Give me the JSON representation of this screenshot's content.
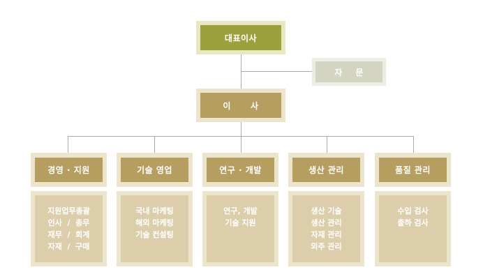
{
  "ceo": {
    "label": "대표이사"
  },
  "advisory": {
    "label": "자    문"
  },
  "director": {
    "label": "이      사"
  },
  "departments": [
    {
      "label": "경영 · 지원",
      "items": [
        "지원업무총괄",
        "인사  /  총무",
        "재무  /  회계",
        "자재  /  구매"
      ]
    },
    {
      "label": "기술 영업",
      "items": [
        "국내 마케팅",
        "해외 마케팅",
        "기술 컨설팅"
      ]
    },
    {
      "label": "연구 · 개발",
      "items": [
        "연구, 개발",
        "기술 지원"
      ]
    },
    {
      "label": "생산 관리",
      "items": [
        "생산 기술",
        "생산 관리",
        "자재 관리",
        "외주 관리"
      ]
    },
    {
      "label": "품질 관리",
      "items": [
        "수입 검사",
        "출하 검사"
      ]
    }
  ],
  "colors": {
    "ceo_outer": "#e8e7c2",
    "ceo_inner": "#9ba13c",
    "advisory_outer": "#edeee3",
    "advisory_inner": "#d3d4c2",
    "gold_outer": "#ede4cc",
    "gold_inner": "#b59e60",
    "desc_inner": "#dccdab",
    "line": "#a9a9a9"
  }
}
